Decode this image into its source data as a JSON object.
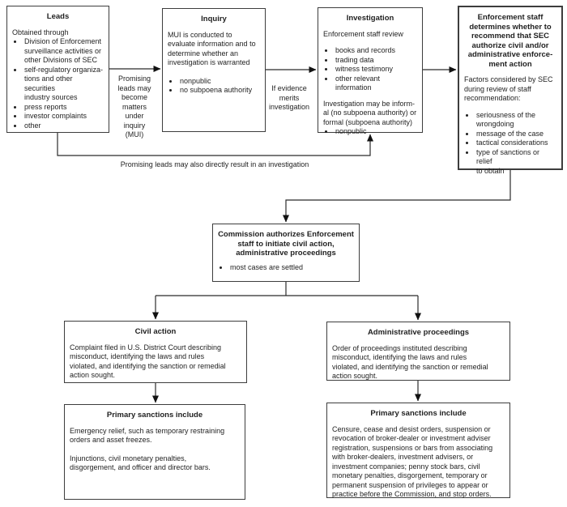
{
  "diagram": {
    "title_hint": "SEC enforcement process flowchart",
    "colors": {
      "background": "#ffffff",
      "box_border": "#3d3d3d",
      "line": "#2b2b2b",
      "text": "#1f1f1f"
    },
    "boxes": {
      "leads": {
        "title": "Leads",
        "intro": "Obtained through",
        "bullets": [
          "Division of Enforcement\nsurveillance activities or\nother Divisions of SEC",
          "self-regulatory organiza-\ntions and other securities\nindustry sources",
          "press reports",
          "investor complaints",
          "other"
        ]
      },
      "inquiry": {
        "title": "Inquiry",
        "body": "MUI is conducted to\nevaluate information and to\ndetermine whether an\ninvestigation is warranted",
        "bullets": [
          "nonpublic",
          "no subpoena authority"
        ]
      },
      "investigation": {
        "title": "Investigation",
        "intro": "Enforcement staff review",
        "bullets": [
          "books and records",
          "trading data",
          "witness testimony",
          "other relevant information"
        ],
        "body": "Investigation may be inform-\nal (no subpoena authority) or\nformal (subpoena authority)",
        "bullets2": [
          "nonpublic"
        ]
      },
      "enforcement": {
        "title": "Enforcement staff\ndetermines whether to\nrecommend that SEC\nauthorize civil and/or\nadministrative enforce-\nment action",
        "intro": "Factors considered by SEC\nduring review of staff\nrecommendation:",
        "bullets": [
          "seriousness of the\nwrongdoing",
          "message of the case",
          "tactical considerations",
          "type of sanctions or relief\nto obtain"
        ]
      },
      "commission": {
        "title": "Commission authorizes Enforcement\nstaff to initiate civil action,\nadministrative proceedings",
        "bullets": [
          "most cases are settled"
        ]
      },
      "civil_action": {
        "title": "Civil action",
        "body": "Complaint filed in U.S. District Court describing\nmisconduct, identifying the laws and rules\nviolated, and identifying the sanction or remedial\naction sought."
      },
      "administrative": {
        "title": "Administrative proceedings",
        "body": "Order of proceedings instituted describing\nmisconduct, identifying the laws and rules\nviolated, and identifying the sanction or remedial\naction sought."
      },
      "sanctions_civil": {
        "title": "Primary sanctions include",
        "body1": "Emergency relief, such as temporary restraining\norders and asset freezes.",
        "body2": "Injunctions, civil monetary penalties,\ndisgorgement, and officer and director bars."
      },
      "sanctions_admin": {
        "title": "Primary sanctions include",
        "body": "Censure, cease and desist orders, suspension or\nrevocation of broker-dealer or investment adviser\nregistration, suspensions or bars from associating\nwith broker-dealers, investment advisers, or\ninvestment companies; penny stock bars, civil\nmonetary penalties, disgorgement, temporary or\npermanent suspension of privileges to appear or\npractice before the Commission, and stop orders."
      }
    },
    "labels": {
      "leads_to_inquiry": "Promising\nleads may\nbecome\nmatters\nunder\ninquiry\n(MUI)",
      "inquiry_to_investigation": "If evidence\nmerits\ninvestigation",
      "leads_to_investigation": "Promising leads may also directly result in an investigation"
    }
  }
}
